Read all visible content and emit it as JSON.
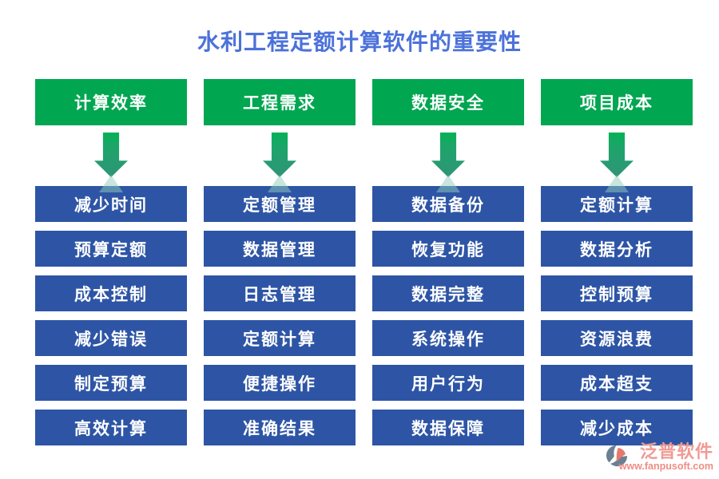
{
  "title": "水利工程定额计算软件的重要性",
  "columns": [
    {
      "header": "计算效率",
      "items": [
        "减少时间",
        "预算定额",
        "成本控制",
        "减少错误",
        "制定预算",
        "高效计算"
      ]
    },
    {
      "header": "工程需求",
      "items": [
        "定额管理",
        "数据管理",
        "日志管理",
        "定额计算",
        "便捷操作",
        "准确结果"
      ]
    },
    {
      "header": "数据安全",
      "items": [
        "数据备份",
        "恢复功能",
        "数据完整",
        "系统操作",
        "用户行为",
        "数据保障"
      ]
    },
    {
      "header": "项目成本",
      "items": [
        "定额计算",
        "数据分析",
        "控制预算",
        "资源浪费",
        "成本超支",
        "减少成本"
      ]
    }
  ],
  "watermark": {
    "brand": "泛普软件",
    "url": "www.fanpusoft.com"
  },
  "colors": {
    "title_blue": "#4c72da",
    "header_green": "#00a650",
    "box_blue": "#2e55a5",
    "arrow_green_top": "#04b156",
    "arrow_teal_bottom": "#2f9478",
    "watermark_coral": "#ef9b94",
    "watermark_url_coral": "#ee8d85"
  }
}
